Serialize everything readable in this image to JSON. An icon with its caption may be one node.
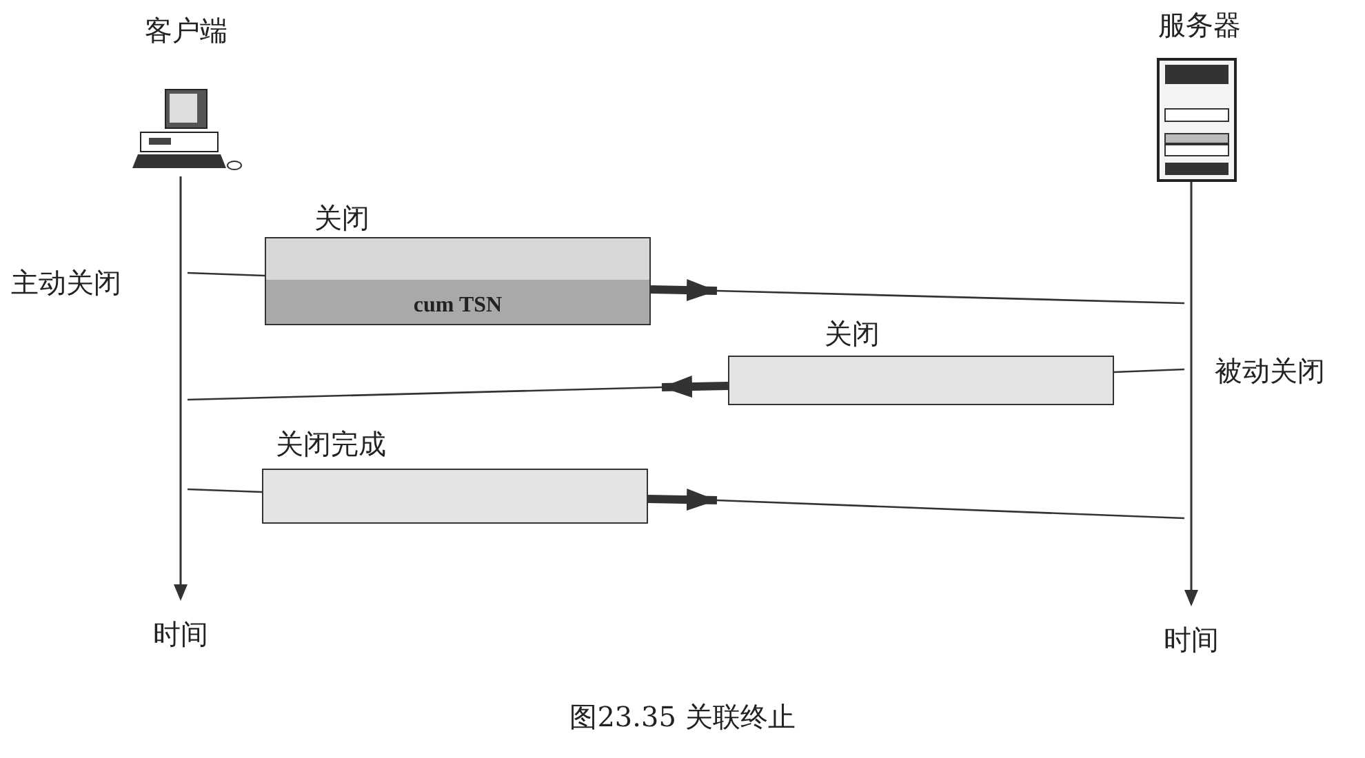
{
  "diagram": {
    "caption": "图23.35 关联终止",
    "nodes": [
      {
        "text": [
          "客户端"
        ]
      },
      {
        "text": [
          "服务器"
        ]
      },
      {
        "text": [],
        "shape": "line",
        "beside": [
          "主动关闭",
          "时间"
        ]
      },
      {
        "text": [],
        "shape": "line",
        "beside": [
          "被动关闭",
          "时间"
        ]
      },
      {
        "text": [
          "关闭",
          "cum TSN"
        ]
      },
      {
        "text": [
          "关闭"
        ]
      },
      {
        "text": [
          "关闭完成"
        ]
      }
    ],
    "edges": [
      {
        "from": 2,
        "to": 4,
        "arrow": "none"
      },
      {
        "from": 4,
        "to": null,
        "arrow": "to",
        "style": "thick"
      },
      {
        "from": null,
        "to": 3,
        "arrow": "none"
      },
      {
        "from": 3,
        "to": 5,
        "arrow": "none"
      },
      {
        "from": 5,
        "to": null,
        "arrow": "to",
        "style": "thick"
      },
      {
        "from": null,
        "to": 2,
        "arrow": "none"
      },
      {
        "from": 2,
        "to": 6,
        "arrow": "none"
      },
      {
        "from": 6,
        "to": null,
        "arrow": "to",
        "style": "thick"
      },
      {
        "from": null,
        "to": 3,
        "arrow": "none"
      }
    ]
  }
}
